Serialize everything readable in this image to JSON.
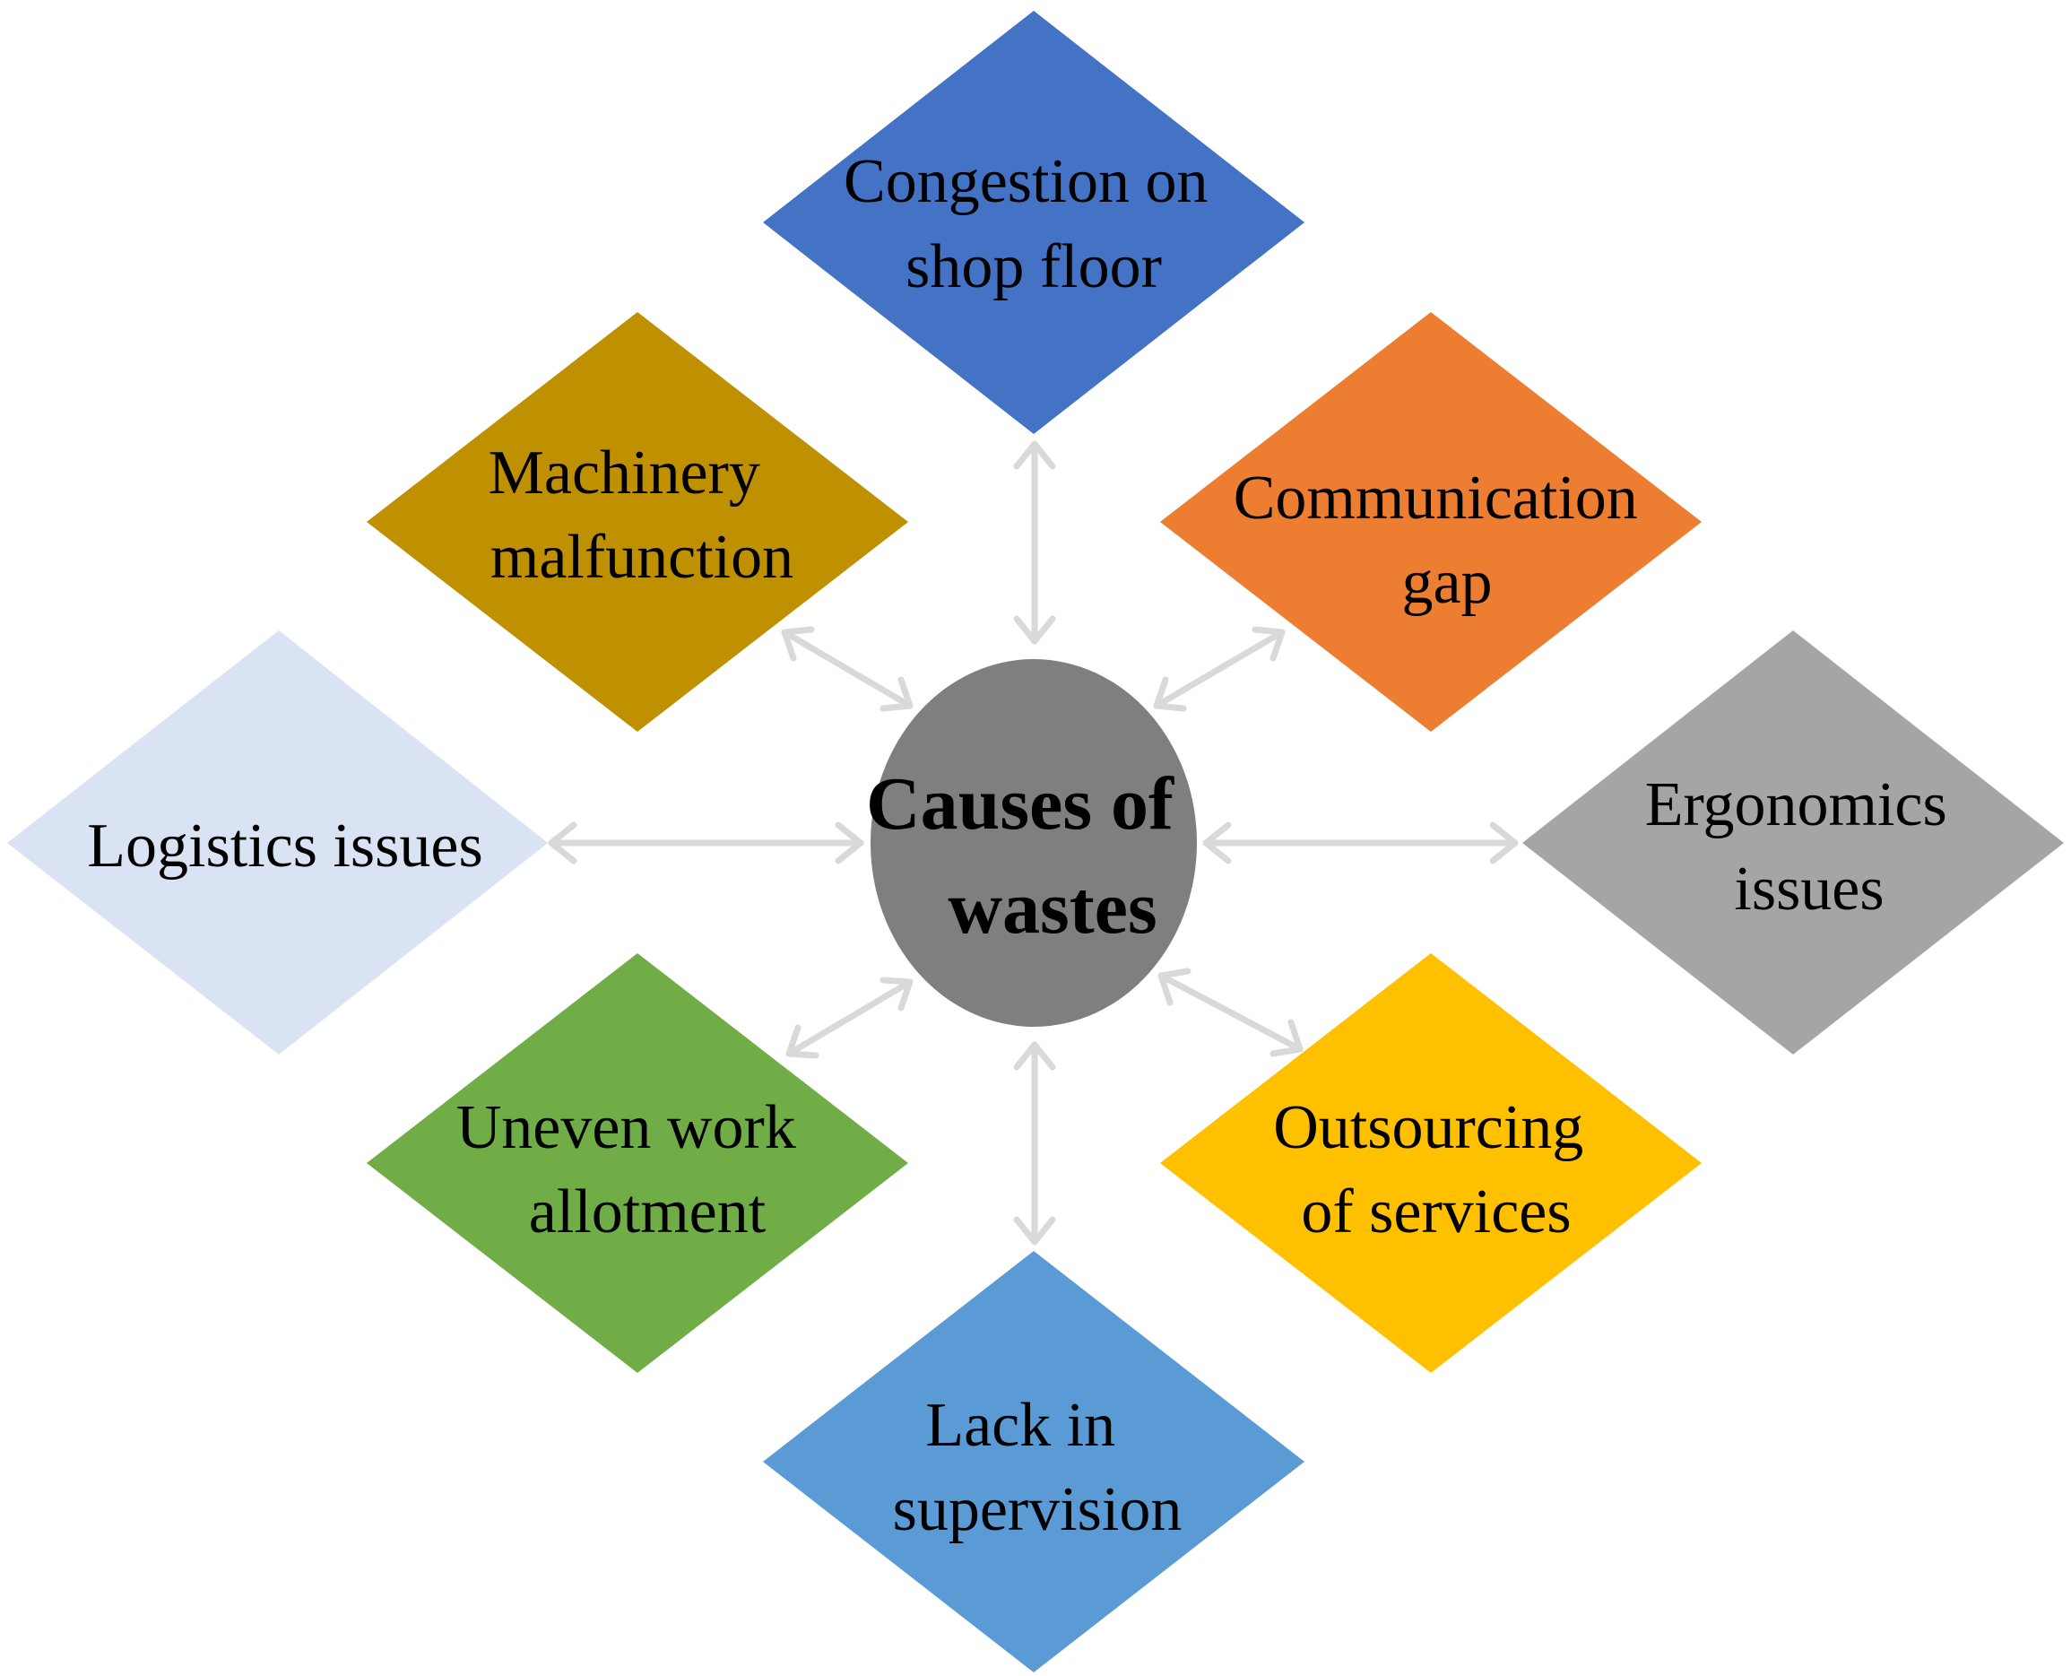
{
  "center": {
    "line1": "Causes of",
    "line2": "wastes",
    "color": "#7f7f7f"
  },
  "nodes": [
    {
      "id": "congestion",
      "lines": [
        "Congestion on",
        "shop floor"
      ],
      "color": "#4472c4"
    },
    {
      "id": "communication",
      "lines": [
        "Communication",
        "gap"
      ],
      "color": "#ed7d31"
    },
    {
      "id": "ergonomics",
      "lines": [
        "Ergonomics",
        "issues"
      ],
      "color": "#a5a5a5"
    },
    {
      "id": "outsourcing",
      "lines": [
        "Outsourcing",
        "of services"
      ],
      "color": "#ffc000"
    },
    {
      "id": "supervision",
      "lines": [
        "Lack in",
        "supervision"
      ],
      "color": "#5b9bd5"
    },
    {
      "id": "allotment",
      "lines": [
        "Uneven work",
        "allotment"
      ],
      "color": "#70ad47"
    },
    {
      "id": "logistics",
      "lines": [
        "Logistics issues"
      ],
      "color": "#dae3f3"
    },
    {
      "id": "machinery",
      "lines": [
        "Machinery",
        "malfunction"
      ],
      "color": "#bf9000"
    }
  ],
  "connector_color": "#d9d9d9"
}
